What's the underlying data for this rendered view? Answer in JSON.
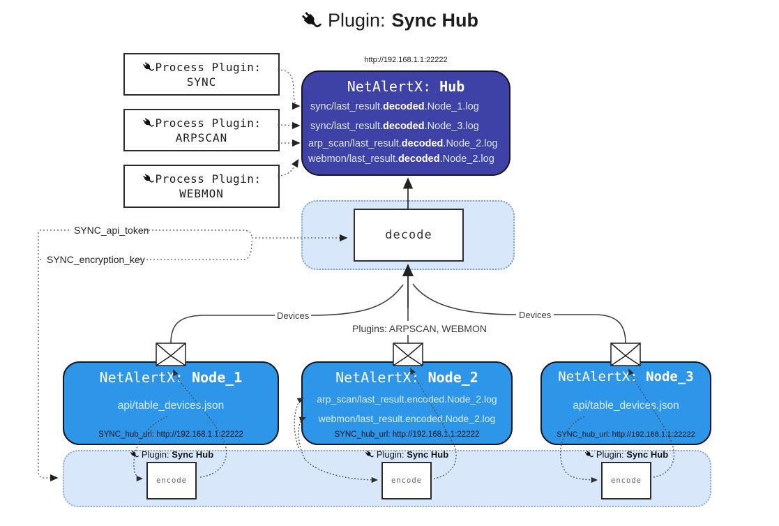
{
  "colors": {
    "hub_bg": "#3e42a6",
    "node_bg": "#2e96e8",
    "panel_bg": "#d8e8fa"
  },
  "title": {
    "prefix": "Plugin: ",
    "name": "Sync Hub"
  },
  "process_plugins": [
    {
      "label": "Process Plugin:",
      "name": "SYNC"
    },
    {
      "label": "Process Plugin:",
      "name": "ARPSCAN"
    },
    {
      "label": "Process Plugin:",
      "name": "WEBMON"
    }
  ],
  "hub": {
    "url": "http://192.168.1.1:22222",
    "title_prefix": "NetAlertX: ",
    "title_name": "Hub",
    "logs": [
      {
        "pre": "sync/last_result.",
        "bold": "decoded",
        "post": ".Node_1.log"
      },
      {
        "pre": "sync/last_result.",
        "bold": "decoded",
        "post": ".Node_3.log"
      },
      {
        "pre": "arp_scan/last_result.",
        "bold": "decoded",
        "post": ".Node_2.log"
      },
      {
        "pre": "webmon/last_result.",
        "bold": "decoded",
        "post": ".Node_2.log"
      }
    ]
  },
  "decode": {
    "label": "decode"
  },
  "config": {
    "api_token": "SYNC_api_token",
    "encryption_key": "SYNC_encryption_key"
  },
  "edges": {
    "devices_left": "Devices",
    "devices_right": "Devices",
    "plugins_center": "Plugins: ARPSCAN, WEBMON"
  },
  "nodes": [
    {
      "title_prefix": "NetAlertX: ",
      "title_name": "Node_1",
      "files": [
        "api/table_devices.json"
      ],
      "hub_url": "SYNC_hub_url: http://192.168.1.1:22222"
    },
    {
      "title_prefix": "NetAlertX: ",
      "title_name": "Node_2",
      "files": [
        "arp_scan/last_result.encoded.Node_2.log",
        "webmon/last_result.encoded.Node_2.log"
      ],
      "hub_url": "SYNC_hub_url: http://192.168.1.1:22222"
    },
    {
      "title_prefix": "NetAlertX: ",
      "title_name": "Node_3",
      "files": [
        "api/table_devices.json"
      ],
      "hub_url": "SYNC_hub_url: http://192.168.1.1:22222"
    }
  ],
  "sync_band": {
    "plugin_prefix": "Plugin: ",
    "plugin_name": "Sync Hub",
    "encode_label": "encode"
  }
}
